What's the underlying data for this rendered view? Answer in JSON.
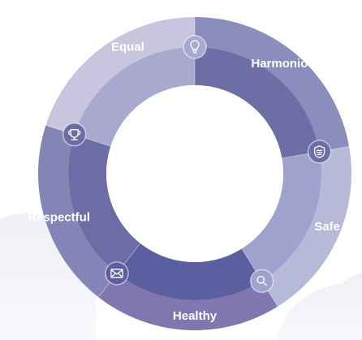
{
  "segments": [
    {
      "label": "Harmonious",
      "icon": "shield-icon",
      "colors": {
        "outer": "#8b8dbc",
        "inner": "#6e6ea6"
      }
    },
    {
      "label": "Safe",
      "icon": "search-icon",
      "colors": {
        "outer": "#b7b9d9",
        "inner": "#9fa2cc"
      }
    },
    {
      "label": "Healthy",
      "icon": "envelope-icon",
      "colors": {
        "outer": "#8077b0",
        "inner": "#5b5f9f"
      }
    },
    {
      "label": "Respectful",
      "icon": "trophy-icon",
      "colors": {
        "outer": "#8385b6",
        "inner": "#6d6ca6"
      }
    },
    {
      "label": "Equal",
      "icon": "bulb-icon",
      "colors": {
        "outer": "#c7c6de",
        "inner": "#a9a8cf"
      }
    }
  ]
}
